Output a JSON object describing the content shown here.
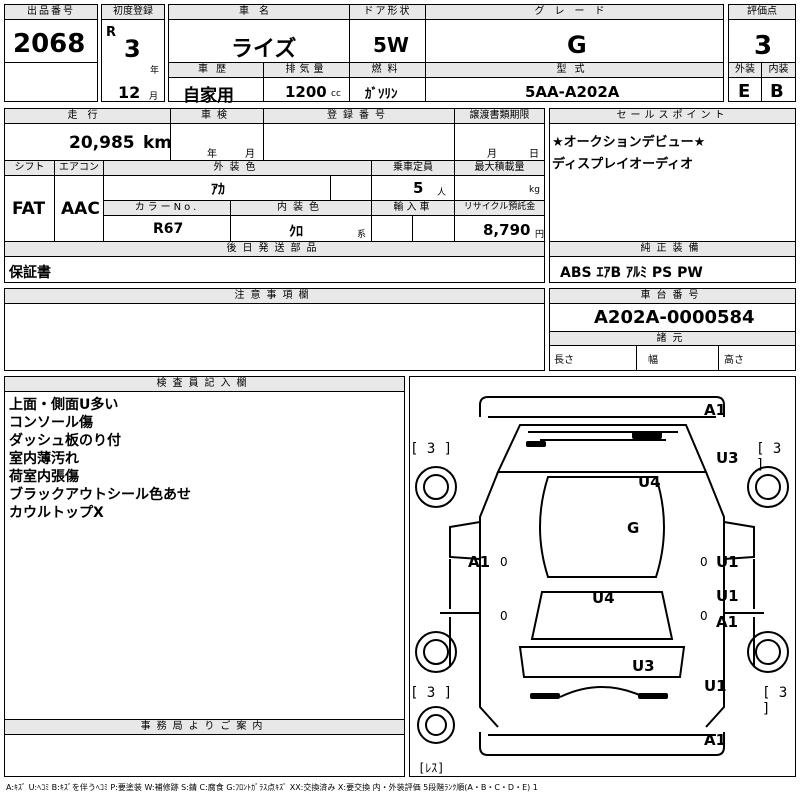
{
  "header": {
    "lot_no_label": "出品番号",
    "lot_no": "2068",
    "reg_label": "初度登録",
    "reg_era": "R",
    "reg_year": "3",
    "year_unit": "年",
    "reg_month": "12",
    "month_unit": "月",
    "car_name_label": "車名",
    "car_name": "ライズ",
    "door_label": "ドア形状",
    "door": "5W",
    "grade_label": "グレード",
    "grade": "G",
    "score_label": "評価点",
    "score": "3",
    "history_label": "車歴",
    "history": "自家用",
    "displacement_label": "排気量",
    "displacement": "1200",
    "displacement_unit": "cc",
    "fuel_label": "燃料",
    "fuel": "ｶﾞｿﾘﾝ",
    "model_label": "型式",
    "model": "5AA-A202A",
    "exterior_label": "外装",
    "exterior": "E",
    "interior_label": "内装",
    "interior": "B"
  },
  "row2": {
    "mileage_label": "走行",
    "mileage": "20,985",
    "mileage_unit": "km",
    "inspection_label": "車検",
    "insp_year_unit": "年",
    "insp_month_unit": "月",
    "regno_label": "登録番号",
    "transfer_label": "譲渡書類期限",
    "transfer_month_unit": "月",
    "transfer_day_unit": "日",
    "shift_label": "シフト",
    "shift": "FAT",
    "ac_label": "エアコン",
    "ac": "AAC",
    "color_label": "外装色",
    "color": "ｱｶ",
    "capacity_label": "乗車定員",
    "capacity": "5",
    "capacity_unit": "人",
    "load_label": "最大積載量",
    "load_unit": "kg",
    "colorno_label": "カラーNo.",
    "colorno": "R67",
    "intcolor_label": "内装色",
    "intcolor": "ｸﾛ",
    "intcolor_unit": "系",
    "import_label": "輸入車",
    "recycle_label": "リサイクル預託金",
    "recycle": "8,790",
    "recycle_unit": "円"
  },
  "sales_point": {
    "label": "セールスポイント",
    "lines": [
      "★オークションデビュー★",
      "ディスプレイオーディオ"
    ]
  },
  "later_parts": {
    "label": "後日発送部品",
    "value": "保証書"
  },
  "equipment": {
    "label": "純正装備",
    "value": "ABS ｴｱB ｱﾙﾐ PS PW"
  },
  "notes": {
    "label": "注意事項欄"
  },
  "chassis": {
    "label": "車台番号",
    "value": "A202A-0000584",
    "spec_label": "諸元",
    "length_label": "長さ",
    "width_label": "幅",
    "height_label": "高さ"
  },
  "inspector": {
    "label": "検査員記入欄",
    "lines": [
      "上面・側面U多い",
      "コンソール傷",
      "ダッシュ板のり付",
      "室内薄汚れ",
      "荷室内張傷",
      "ブラックアウトシール色あせ",
      "カウルトップX"
    ]
  },
  "office": {
    "label": "事務局よりご案内"
  },
  "diagram": {
    "marks": {
      "a1_top": "A1",
      "u3_right": "U3",
      "u4_top": "U4",
      "g_center": "G",
      "a1_left": "A1",
      "u1_right_a": "U1",
      "u1_right_b": "U1",
      "u4_mid": "U4",
      "a1_right": "A1",
      "u3_bottom": "U3",
      "u1_bottom": "U1",
      "a1_bottom": "A1"
    },
    "brackets": {
      "tl": "[ 3 ]",
      "tr": "[ 3 ]",
      "bl": "[ 3 ]",
      "br": "[ 3 ]",
      "spare": "[ﾚｽ]"
    },
    "zeros": [
      "0",
      "0",
      "0",
      "0"
    ]
  },
  "legend": "A:ｷｽﾞ U:ﾍｺﾐ B:ｷｽﾞを伴うﾍｺﾐ P:要塗装 W:補修跡 S:錆 C:腐食 G:ﾌﾛﾝﾄｶﾞﾗｽ点ｷｽﾞ XX:交換済み X:要交換  内・外装評価  5段階ﾗﾝｸ順(A・B・C・D・E) 1"
}
